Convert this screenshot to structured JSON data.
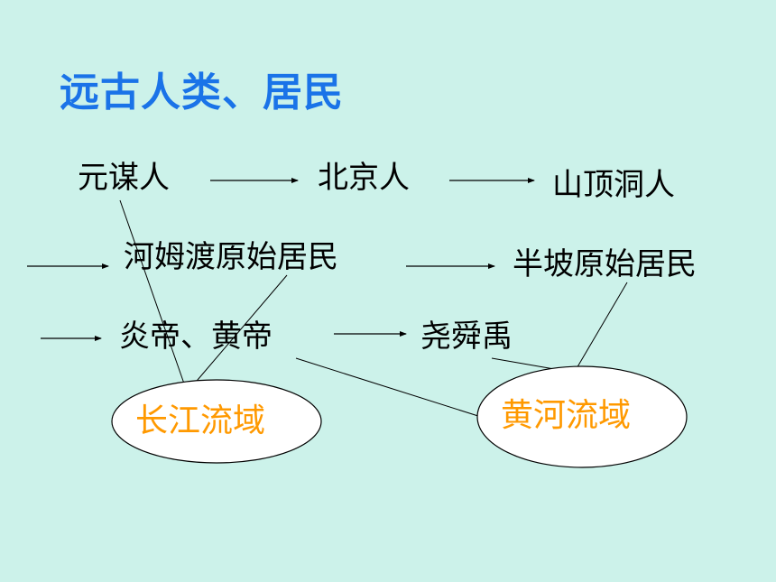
{
  "title": "远古人类、居民",
  "nodes": {
    "yuanmou": "元谋人",
    "beijing": "北京人",
    "shanding": "山顶洞人",
    "hemudu": "河姆渡原始居民",
    "banpo": "半坡原始居民",
    "yandi_huangdi": "炎帝、黄帝",
    "yao_shun_yu": "尧舜禹"
  },
  "regions": {
    "changjiang": "长江流域",
    "huanghe": "黄河流域"
  },
  "colors": {
    "background": "#ccf2ea",
    "title": "#1a73e8",
    "region_text": "#ff9900",
    "text": "#000000"
  }
}
